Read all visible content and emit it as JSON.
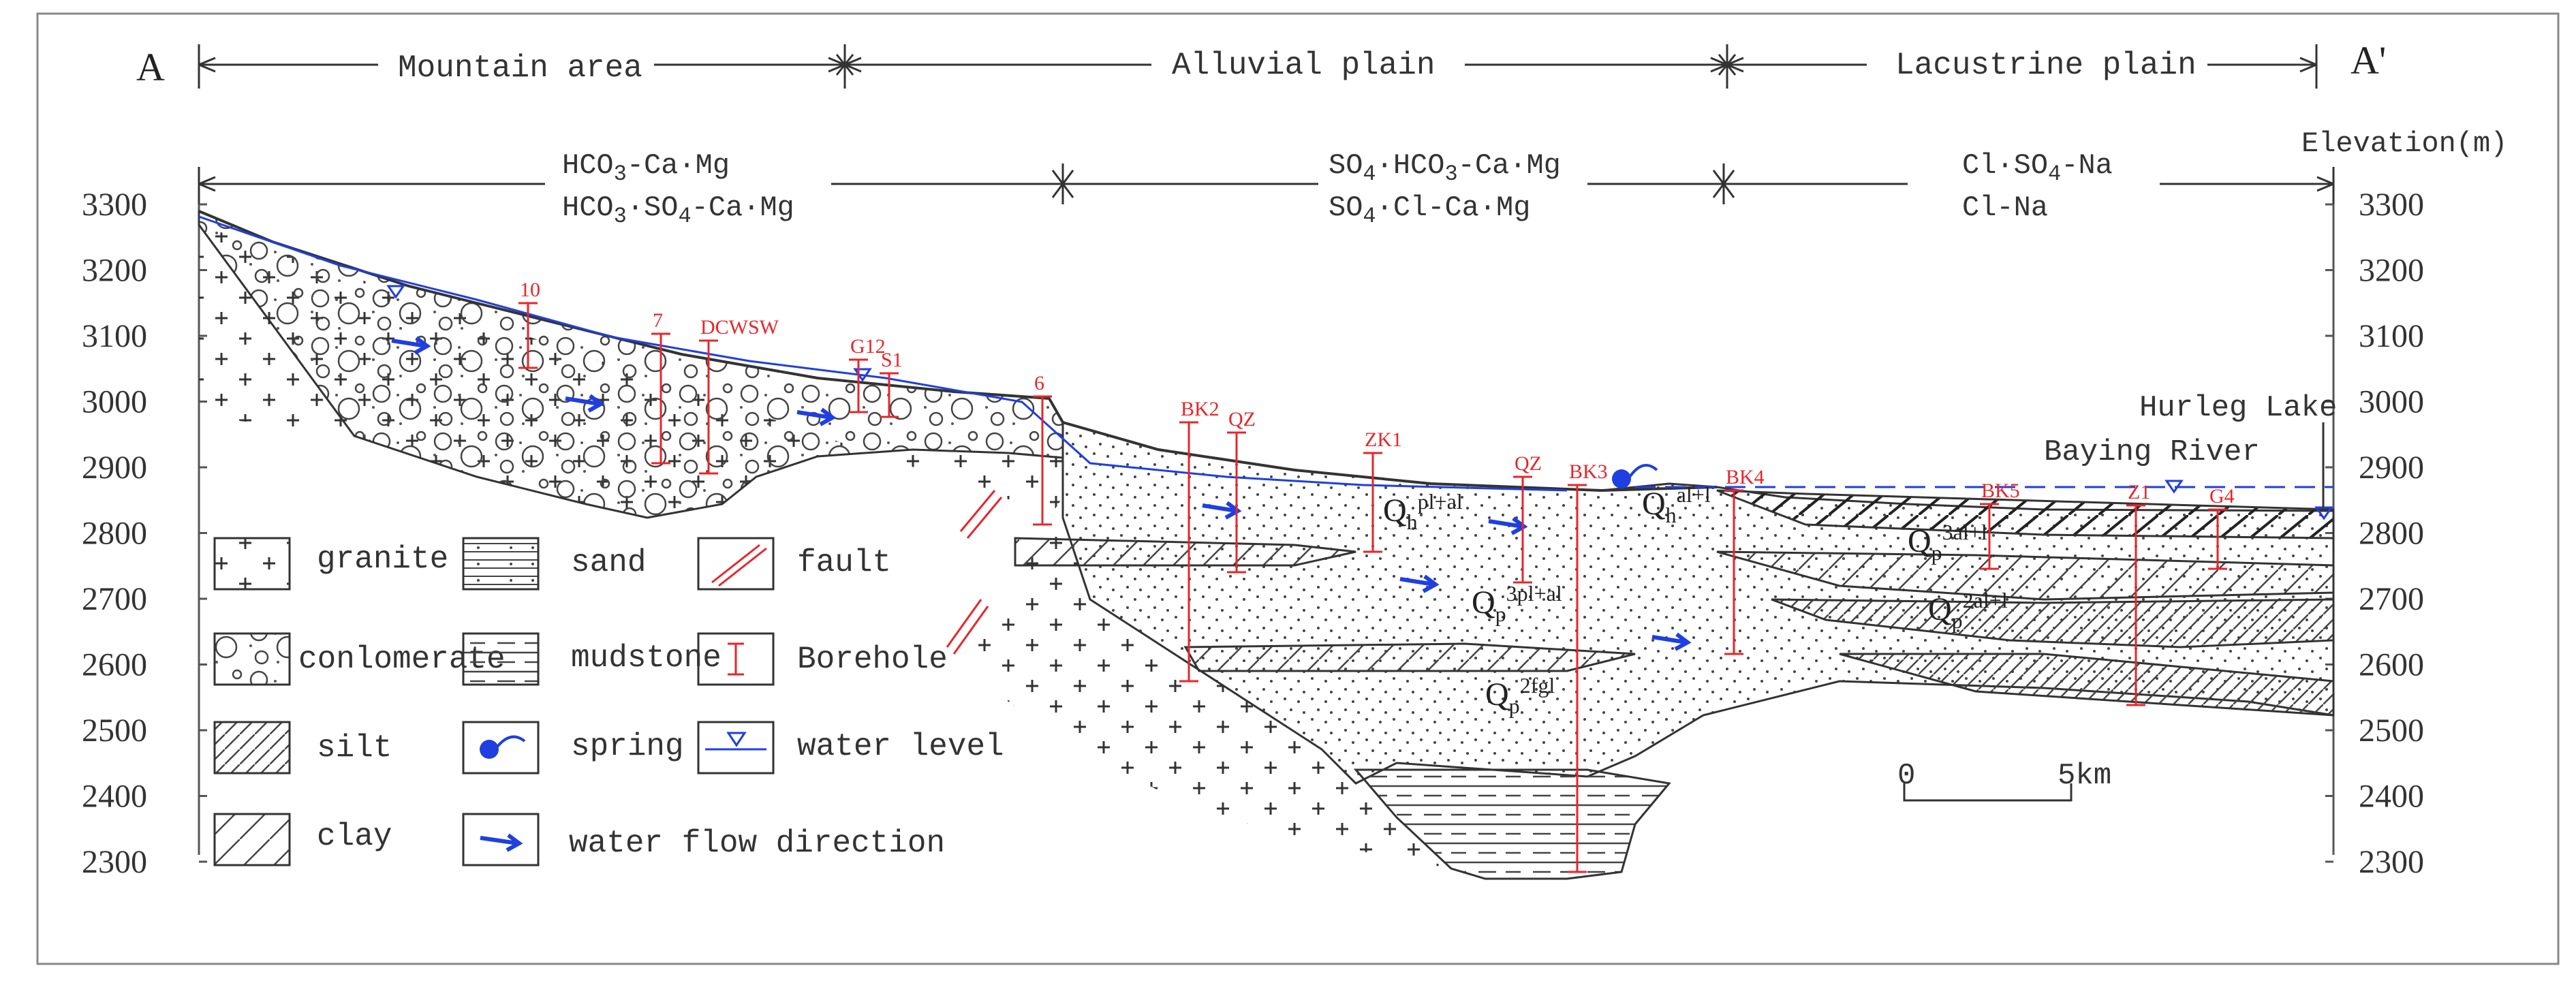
{
  "section": {
    "start_label": "A",
    "end_label": "A'",
    "zones": [
      "Mountain area",
      "Alluvial plain",
      "Lacustrine plain"
    ],
    "hydro_types": {
      "mountain": {
        "line1_pre": "HCO",
        "line1_sub": "3",
        "line1_post": "-Ca·Mg",
        "line2_pre": "HCO",
        "line2_sub": "3",
        "line2_mid": "·SO",
        "line2_sub2": "4",
        "line2_post": "-Ca·Mg"
      },
      "alluvial": {
        "line1_pre": "SO",
        "line1_sub": "4",
        "line1_mid": "·HCO",
        "line1_sub2": "3",
        "line1_post": "-Ca·Mg",
        "line2_pre": "SO",
        "line2_sub": "4",
        "line2_post": "·Cl-Ca·Mg"
      },
      "lacustrine": {
        "line1_pre": "Cl·SO",
        "line1_sub": "4",
        "line1_post": "-Na",
        "line2": "Cl-Na"
      }
    },
    "elevation_label": "Elevation(m)",
    "elevation_ticks": [
      "3300",
      "3200",
      "3100",
      "3000",
      "2900",
      "2800",
      "2700",
      "2600",
      "2500",
      "2400",
      "2300"
    ],
    "features": {
      "lake": "Hurleg Lake",
      "river": "Baying River"
    },
    "scale_bar": {
      "start": "0",
      "end": "5km"
    }
  },
  "boreholes": [
    "10",
    "7",
    "DCWSW",
    "G12",
    "S1",
    "6",
    "BK2",
    "QZ",
    "ZK1",
    "QZ",
    "BK3",
    "BK4",
    "BK5",
    "Z1",
    "G4"
  ],
  "units": {
    "qh_pl_al": {
      "base": "Q",
      "sub": "h",
      "sup": "pl+al"
    },
    "qh_al_l": {
      "base": "Q",
      "sub": "h",
      "sup": "al+l"
    },
    "qp3_pl_al": {
      "base": "Q",
      "sub": "p",
      "sup": "3pl+al"
    },
    "qp2_fgl": {
      "base": "Q",
      "sub": "p",
      "sup": "2fgl"
    },
    "qp3_al_l": {
      "base": "Q",
      "sub": "p",
      "sup": "3al+l"
    },
    "qp2_al_l": {
      "base": "Q",
      "sub": "p",
      "sup": "2al+l"
    }
  },
  "legend": [
    {
      "label": "granite",
      "icon": "granite-pattern-icon"
    },
    {
      "label": "sand",
      "icon": "sand-pattern-icon"
    },
    {
      "label": "fault",
      "icon": "fault-icon"
    },
    {
      "label": "conlomerate",
      "icon": "conglomerate-pattern-icon"
    },
    {
      "label": "mudstone",
      "icon": "mudstone-pattern-icon"
    },
    {
      "label": "Borehole",
      "icon": "borehole-icon"
    },
    {
      "label": "silt",
      "icon": "silt-pattern-icon"
    },
    {
      "label": "spring",
      "icon": "spring-icon"
    },
    {
      "label": "water level",
      "icon": "water-level-icon"
    },
    {
      "label": "clay",
      "icon": "clay-pattern-icon"
    },
    {
      "label": "water flow direction",
      "icon": "flow-arrow-icon"
    }
  ],
  "colors": {
    "water": "#1f3fe0",
    "borehole": "#e8262a",
    "ink": "#333333"
  }
}
